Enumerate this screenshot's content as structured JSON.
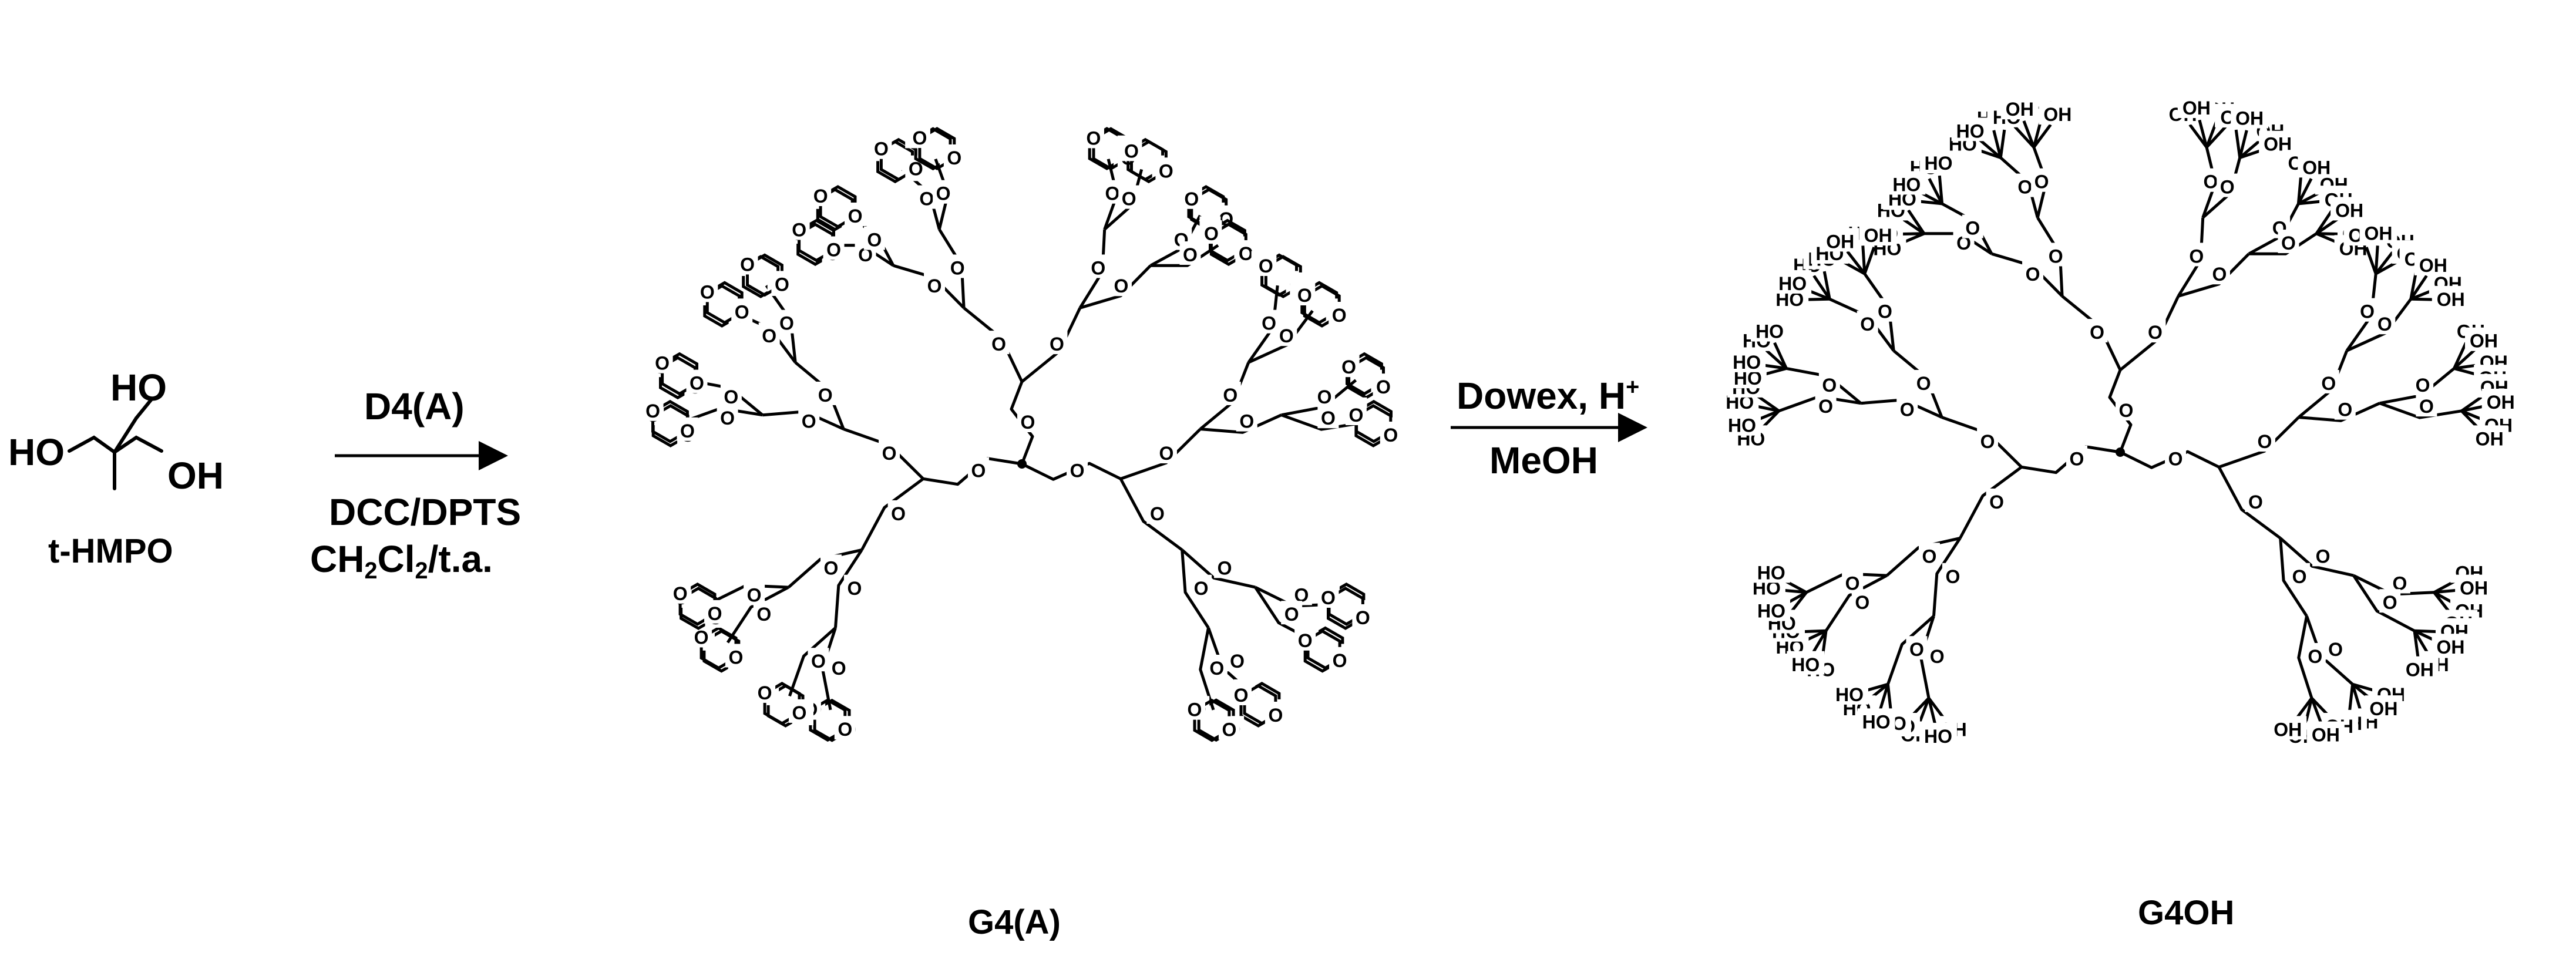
{
  "start": {
    "name": "t-HMPO",
    "groups": {
      "oh_top": "HO",
      "oh_left": "HO",
      "oh_right": "OH"
    }
  },
  "step1": {
    "above": "D4(A)",
    "below_line1": "DCC/DPTS",
    "below_line2_a": "CH",
    "below_line2_sub1": "2",
    "below_line2_b": "Cl",
    "below_line2_sub2": "2",
    "below_line2_c": "/t.a."
  },
  "step2": {
    "above_text": "Dowex, H",
    "above_sup": "+",
    "below": "MeOH"
  },
  "product1": {
    "name": "G4(A)",
    "atom": "O"
  },
  "product2": {
    "name": "G4OH",
    "atom": "O",
    "terminal": "OH",
    "terminal_alt": "HO"
  }
}
